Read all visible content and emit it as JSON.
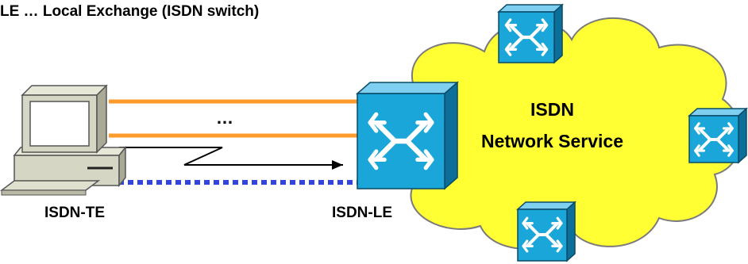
{
  "caption": "LE … Local Exchange (ISDN switch)",
  "te_label": "ISDN-TE",
  "le_label": "ISDN-LE",
  "channel_ellipsis": "…",
  "cloud": {
    "line1": "ISDN",
    "line2": "Network Service"
  },
  "colors": {
    "cloud_fill": "#ffff33",
    "switch_front": "#1aa6d8",
    "b_channel": "#ff9b2a",
    "d_channel": "#3344dd"
  },
  "icons": [
    "terminal-pc-icon",
    "isdn-switch-icon",
    "cloud-shape",
    "arrow-icon"
  ]
}
